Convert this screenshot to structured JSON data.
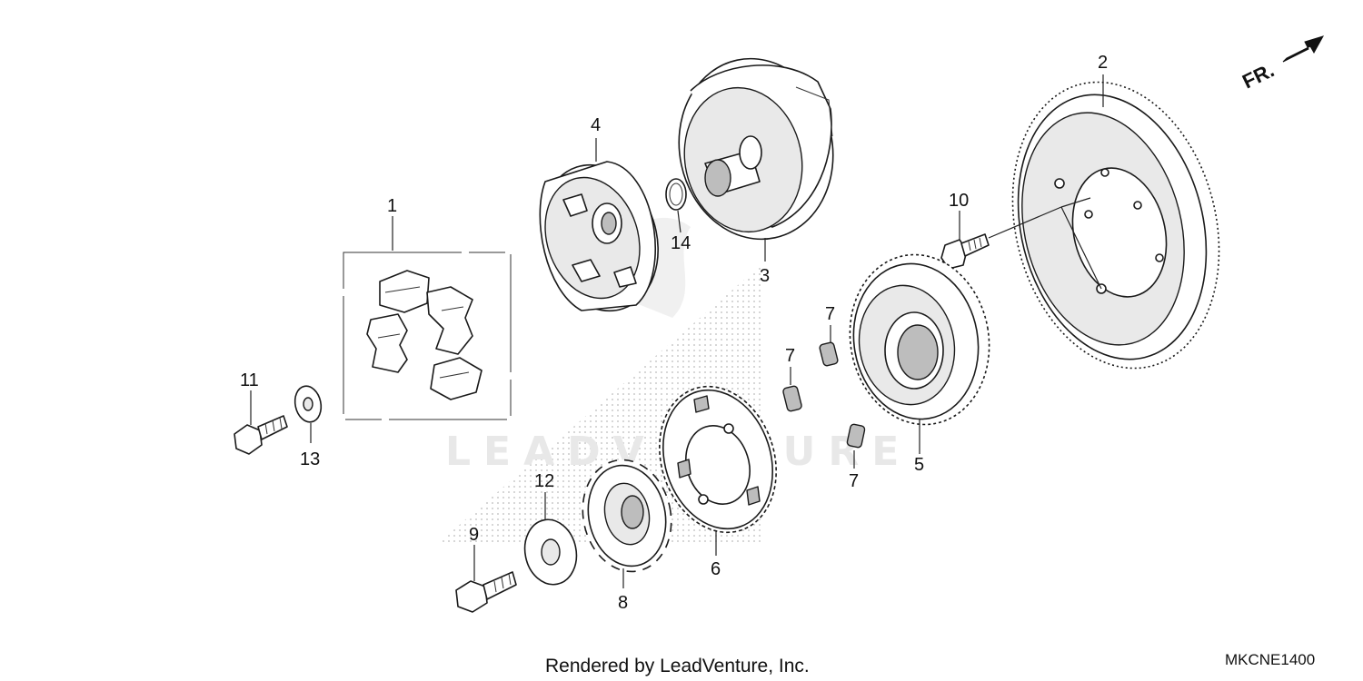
{
  "diagram": {
    "callouts": [
      "1",
      "2",
      "3",
      "4",
      "5",
      "6",
      "7",
      "7",
      "7",
      "8",
      "9",
      "10",
      "11",
      "12",
      "13",
      "14"
    ],
    "direction_label": "FR.",
    "watermark": "LEADVENTURE",
    "footer": "Rendered by LeadVenture, Inc.",
    "diagram_code": "MKCNE1400"
  }
}
